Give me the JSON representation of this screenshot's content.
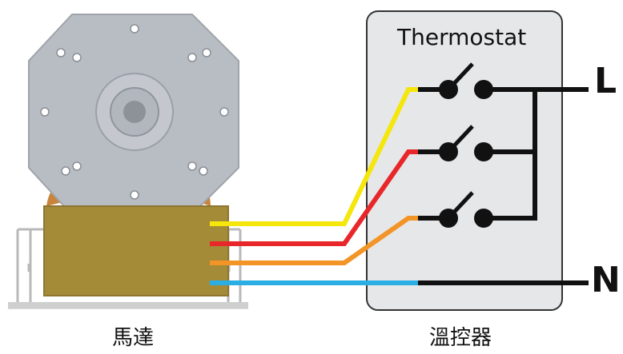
{
  "thermostat": {
    "title": "Thermostat"
  },
  "terminals": {
    "live": "L",
    "neutral": "N"
  },
  "captions": {
    "motor": "馬達",
    "controller": "溫控器"
  },
  "colors": {
    "wire_yellow": "#f5e60c",
    "wire_red": "#e8272a",
    "wire_orange": "#f39426",
    "wire_blue": "#2aaee3",
    "wire_black": "#111111",
    "motor_body": "#a48b38",
    "motor_plate": "#b9bec5",
    "thermostat_box": "#e6e7e9"
  }
}
